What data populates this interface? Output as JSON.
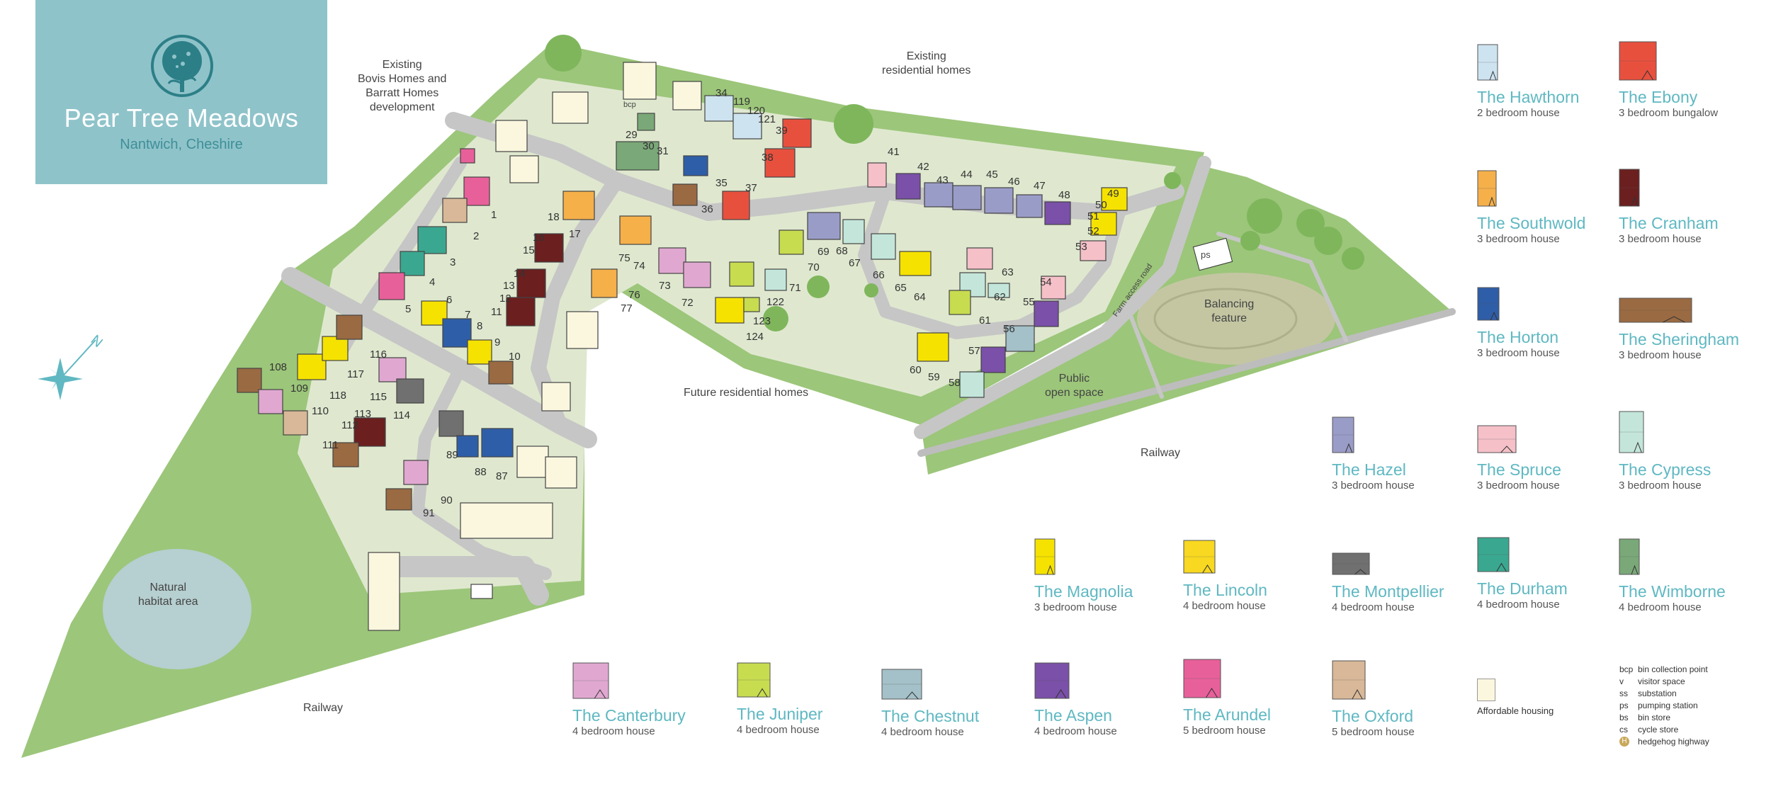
{
  "brand": {
    "title": "Pear Tree Meadows",
    "subtitle": "Nantwich, Cheshire",
    "logo_icon": "pear-tree-icon",
    "color": "#8fc3ca"
  },
  "map_labels": {
    "bovis": "Existing\nBovis Homes and\nBarratt Homes\ndevelopment",
    "existing_homes": "Existing\nresidential homes",
    "future_homes": "Future residential homes",
    "public_space": "Public\nopen space",
    "railway_right": "Railway",
    "railway_left": "Railway",
    "balancing": "Balancing\nfeature",
    "natural": "Natural\nhabitat area",
    "ps": "ps",
    "bcp": "bcp",
    "farm_road": "Farm access road",
    "compass": "N"
  },
  "plot_numbers": [
    "1",
    "2",
    "3",
    "4",
    "5",
    "6",
    "7",
    "8",
    "9",
    "10",
    "11",
    "12",
    "13",
    "14",
    "15",
    "16",
    "17",
    "18",
    "29",
    "30",
    "31",
    "34",
    "35",
    "36",
    "37",
    "38",
    "39",
    "41",
    "42",
    "43",
    "44",
    "45",
    "46",
    "47",
    "48",
    "49",
    "50",
    "51",
    "52",
    "53",
    "54",
    "55",
    "56",
    "57",
    "58",
    "59",
    "60",
    "61",
    "62",
    "63",
    "64",
    "65",
    "66",
    "67",
    "68",
    "69",
    "70",
    "71",
    "72",
    "73",
    "74",
    "75",
    "76",
    "77",
    "87",
    "88",
    "89",
    "90",
    "91",
    "108",
    "109",
    "110",
    "111",
    "112",
    "113",
    "114",
    "115",
    "116",
    "117",
    "118",
    "119",
    "120",
    "121",
    "122",
    "123",
    "124"
  ],
  "house_types": [
    {
      "name": "The Hawthorn",
      "desc": "2 bedroom house",
      "color": "#cde3f0"
    },
    {
      "name": "The Ebony",
      "desc": "3 bedroom bungalow",
      "color": "#e8503e"
    },
    {
      "name": "The Southwold",
      "desc": "3 bedroom house",
      "color": "#f5b04a"
    },
    {
      "name": "The Cranham",
      "desc": "3 bedroom house",
      "color": "#6b1f1f"
    },
    {
      "name": "The Horton",
      "desc": "3 bedroom house",
      "color": "#2f5ea8"
    },
    {
      "name": "The Sheringham",
      "desc": "3 bedroom house",
      "color": "#9a6a42"
    },
    {
      "name": "The Hazel",
      "desc": "3 bedroom house",
      "color": "#9a9cc8"
    },
    {
      "name": "The Spruce",
      "desc": "3 bedroom house",
      "color": "#f5c0c8"
    },
    {
      "name": "The Cypress",
      "desc": "3 bedroom house",
      "color": "#c4e6da"
    },
    {
      "name": "The Magnolia",
      "desc": "3 bedroom house",
      "color": "#f5e200"
    },
    {
      "name": "The Lincoln",
      "desc": "4 bedroom house",
      "color": "#f8d820"
    },
    {
      "name": "The Montpellier",
      "desc": "4 bedroom house",
      "color": "#707070"
    },
    {
      "name": "The Durham",
      "desc": "4 bedroom house",
      "color": "#3aa890"
    },
    {
      "name": "The Wimborne",
      "desc": "4 bedroom house",
      "color": "#7aa878"
    },
    {
      "name": "The Canterbury",
      "desc": "4 bedroom house",
      "color": "#e0a8d0"
    },
    {
      "name": "The Juniper",
      "desc": "4 bedroom house",
      "color": "#c8dc50"
    },
    {
      "name": "The Chestnut",
      "desc": "4 bedroom house",
      "color": "#a4c0c8"
    },
    {
      "name": "The Aspen",
      "desc": "4 bedroom house",
      "color": "#7a50a8"
    },
    {
      "name": "The Arundel",
      "desc": "5 bedroom house",
      "color": "#e8609a"
    },
    {
      "name": "The Oxford",
      "desc": "5 bedroom house",
      "color": "#d8b898"
    }
  ],
  "affordable": {
    "label": "Affordable housing",
    "color": "#fbf7df"
  },
  "key": [
    {
      "abbr": "bcp",
      "text": "bin collection point"
    },
    {
      "abbr": "v",
      "text": "visitor space"
    },
    {
      "abbr": "ss",
      "text": "substation"
    },
    {
      "abbr": "ps",
      "text": "pumping station"
    },
    {
      "abbr": "bs",
      "text": "bin store"
    },
    {
      "abbr": "cs",
      "text": "cycle store"
    },
    {
      "abbr": "H",
      "text": "hedgehog highway"
    }
  ]
}
